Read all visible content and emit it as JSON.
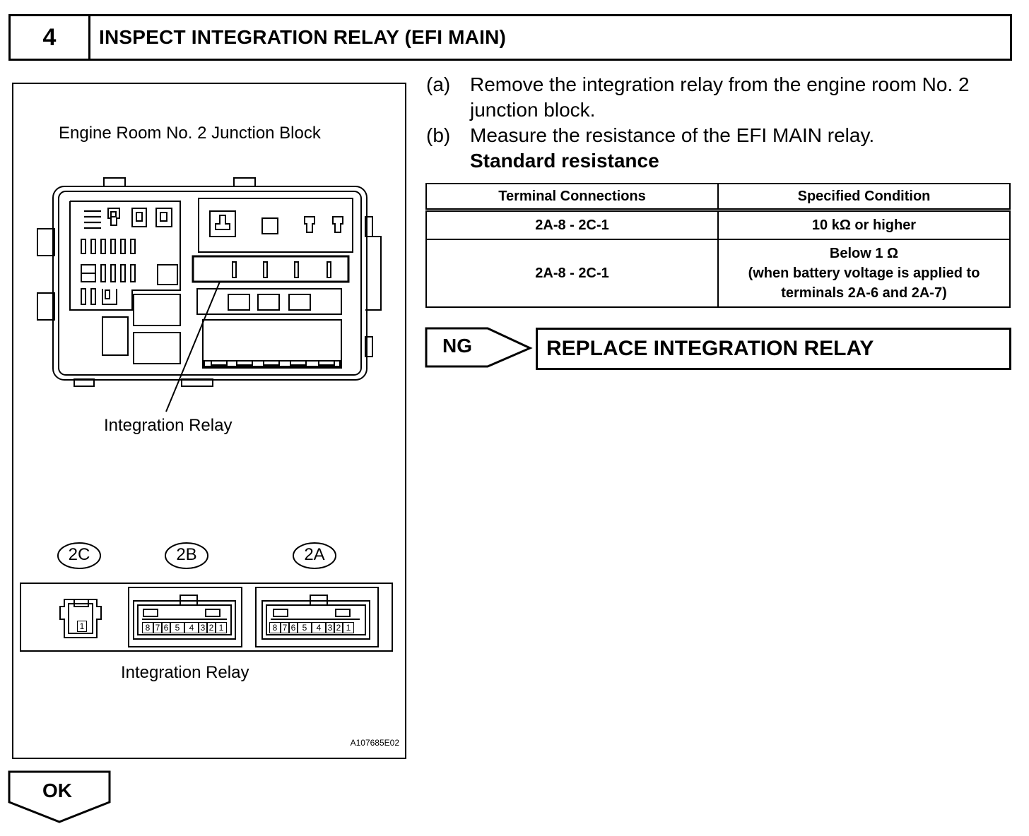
{
  "step": {
    "number": "4",
    "title": "INSPECT INTEGRATION RELAY (EFI MAIN)"
  },
  "figure": {
    "junction_block_title": "Engine Room No. 2 Junction Block",
    "relay_callout": "Integration Relay",
    "connector_labels": [
      "2C",
      "2B",
      "2A"
    ],
    "connector_caption": "Integration Relay",
    "pin_labels_2c": [
      "1"
    ],
    "pin_labels_2b": [
      "8",
      "7",
      "6",
      "5",
      "4",
      "3",
      "2",
      "1"
    ],
    "pin_labels_2a": [
      "8",
      "7",
      "6",
      "5",
      "4",
      "3",
      "2",
      "1"
    ],
    "figure_id": "A107685E02"
  },
  "instructions": [
    {
      "mark": "(a)",
      "lines": [
        "Remove the integration relay from the engine room No. 2",
        "junction block."
      ]
    },
    {
      "mark": "(b)",
      "lines": [
        "Measure the resistance of the EFI MAIN relay."
      ]
    }
  ],
  "standard_label": "Standard resistance",
  "table": {
    "headers": [
      "Terminal Connections",
      "Specified Condition"
    ],
    "rows": [
      {
        "terminal": "2A-8 - 2C-1",
        "condition": [
          "10 kΩ or higher"
        ]
      },
      {
        "terminal": "2A-8 - 2C-1",
        "condition": [
          "Below 1 Ω",
          "(when battery voltage is applied to",
          "terminals 2A-6 and 2A-7)"
        ]
      }
    ]
  },
  "ng": {
    "label": "NG",
    "action": "REPLACE INTEGRATION RELAY"
  },
  "ok": {
    "label": "OK"
  }
}
